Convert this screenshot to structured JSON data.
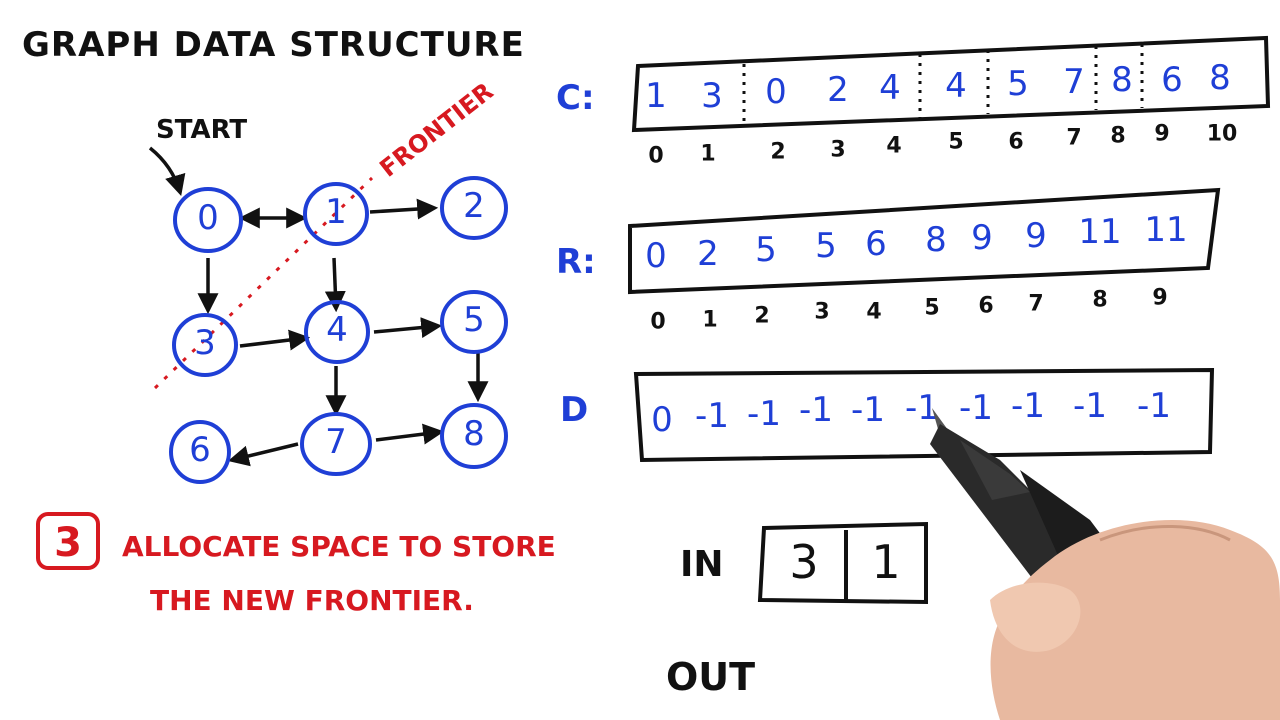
{
  "title": "GRAPH DATA STRUCTURE",
  "graph": {
    "start_label": "START",
    "frontier_label": "FRONTIER",
    "nodes": [
      "0",
      "1",
      "2",
      "3",
      "4",
      "5",
      "6",
      "7",
      "8"
    ]
  },
  "step": {
    "number": "3",
    "line1": "ALLOCATE SPACE TO STORE",
    "line2": "THE NEW FRONTIER."
  },
  "arrays": {
    "C": {
      "label": "C:",
      "values": [
        "1",
        "3",
        "0",
        "2",
        "4",
        "4",
        "5",
        "7",
        "8",
        "6",
        "8"
      ],
      "indices": [
        "0",
        "1",
        "2",
        "3",
        "4",
        "5",
        "6",
        "7",
        "8",
        "9",
        "10"
      ]
    },
    "R": {
      "label": "R:",
      "values": [
        "0",
        "2",
        "5",
        "5",
        "6",
        "8",
        "9",
        "9",
        "11",
        "11"
      ],
      "indices": [
        "0",
        "1",
        "2",
        "3",
        "4",
        "5",
        "6",
        "7",
        "8",
        "9"
      ]
    },
    "D": {
      "label": "D",
      "values": [
        "0",
        "-1",
        "-1",
        "-1",
        "-1",
        "-1",
        "-1",
        "-1",
        "-1",
        "-1"
      ]
    }
  },
  "in_queue": {
    "label": "IN",
    "values": [
      "3",
      "1"
    ]
  },
  "out_queue": {
    "label": "OUT"
  },
  "colors": {
    "ink_blue": "#1f3fd6",
    "ink_black": "#111111",
    "ink_red": "#d71920"
  }
}
